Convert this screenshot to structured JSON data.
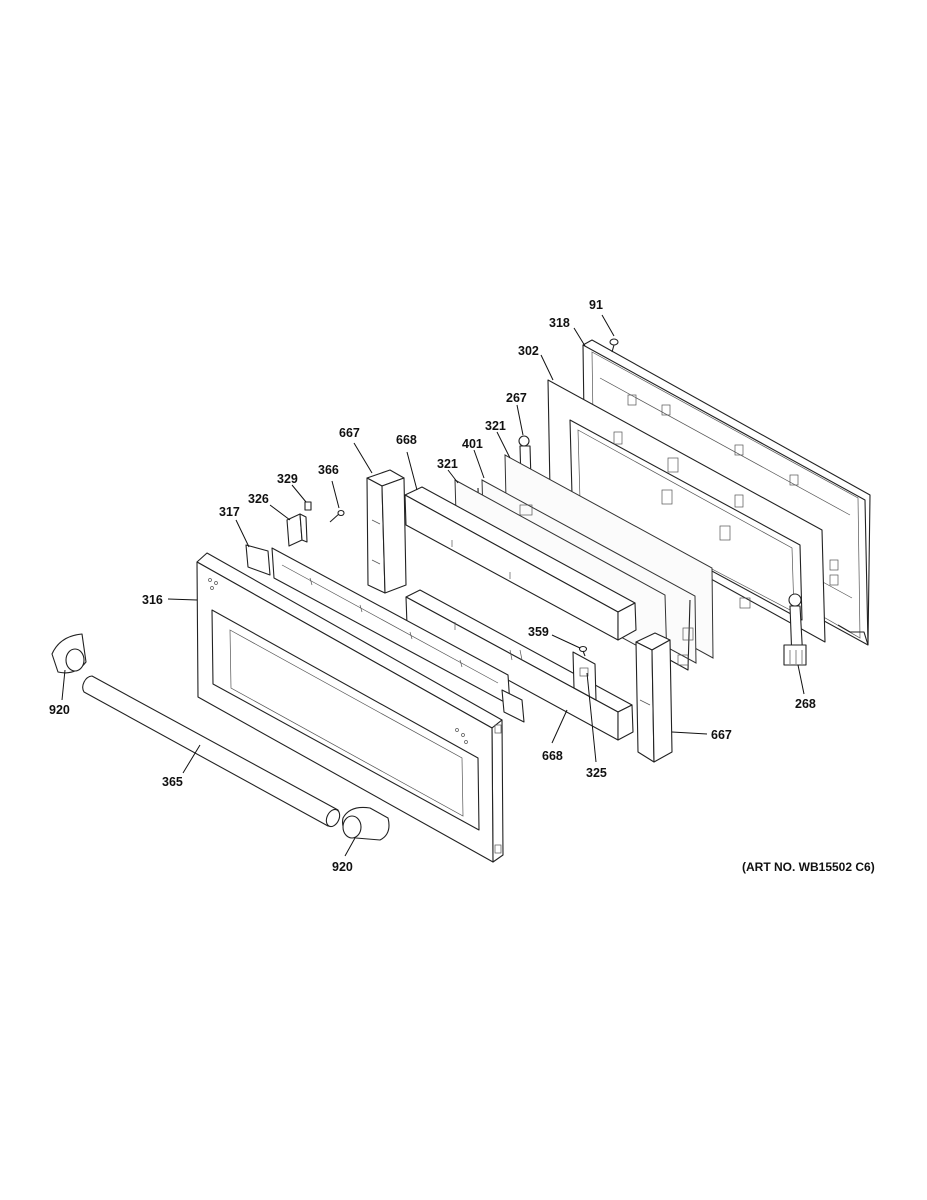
{
  "art_number": "(ART NO. WB15502 C6)",
  "callouts": [
    {
      "id": "c91",
      "text": "91"
    },
    {
      "id": "c318",
      "text": "318"
    },
    {
      "id": "c302",
      "text": "302"
    },
    {
      "id": "c267",
      "text": "267"
    },
    {
      "id": "c321a",
      "text": "321"
    },
    {
      "id": "c401",
      "text": "401"
    },
    {
      "id": "c321b",
      "text": "321"
    },
    {
      "id": "c668a",
      "text": "668"
    },
    {
      "id": "c667a",
      "text": "667"
    },
    {
      "id": "c366",
      "text": "366"
    },
    {
      "id": "c329",
      "text": "329"
    },
    {
      "id": "c326",
      "text": "326"
    },
    {
      "id": "c317",
      "text": "317"
    },
    {
      "id": "c316",
      "text": "316"
    },
    {
      "id": "c920a",
      "text": "920"
    },
    {
      "id": "c365",
      "text": "365"
    },
    {
      "id": "c920b",
      "text": "920"
    },
    {
      "id": "c359",
      "text": "359"
    },
    {
      "id": "c668b",
      "text": "668"
    },
    {
      "id": "c325",
      "text": "325"
    },
    {
      "id": "c667b",
      "text": "667"
    },
    {
      "id": "c268",
      "text": "268"
    }
  ]
}
